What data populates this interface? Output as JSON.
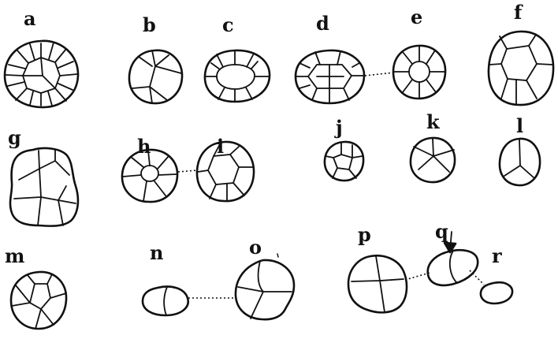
{
  "panels": {
    "a": "a",
    "b": "b",
    "c": "c",
    "d": "d",
    "e": "e",
    "f": "f",
    "g": "g",
    "h": "h",
    "i": "i",
    "j": "j",
    "k": "k",
    "l": "l",
    "m": "m",
    "n": "n",
    "o": "o",
    "p": "p",
    "q": "q",
    "r": "r"
  },
  "colors": {
    "ink": "#111111",
    "background": "#ffffff"
  },
  "icons": {
    "q_pointer": "arrow-down-icon"
  }
}
